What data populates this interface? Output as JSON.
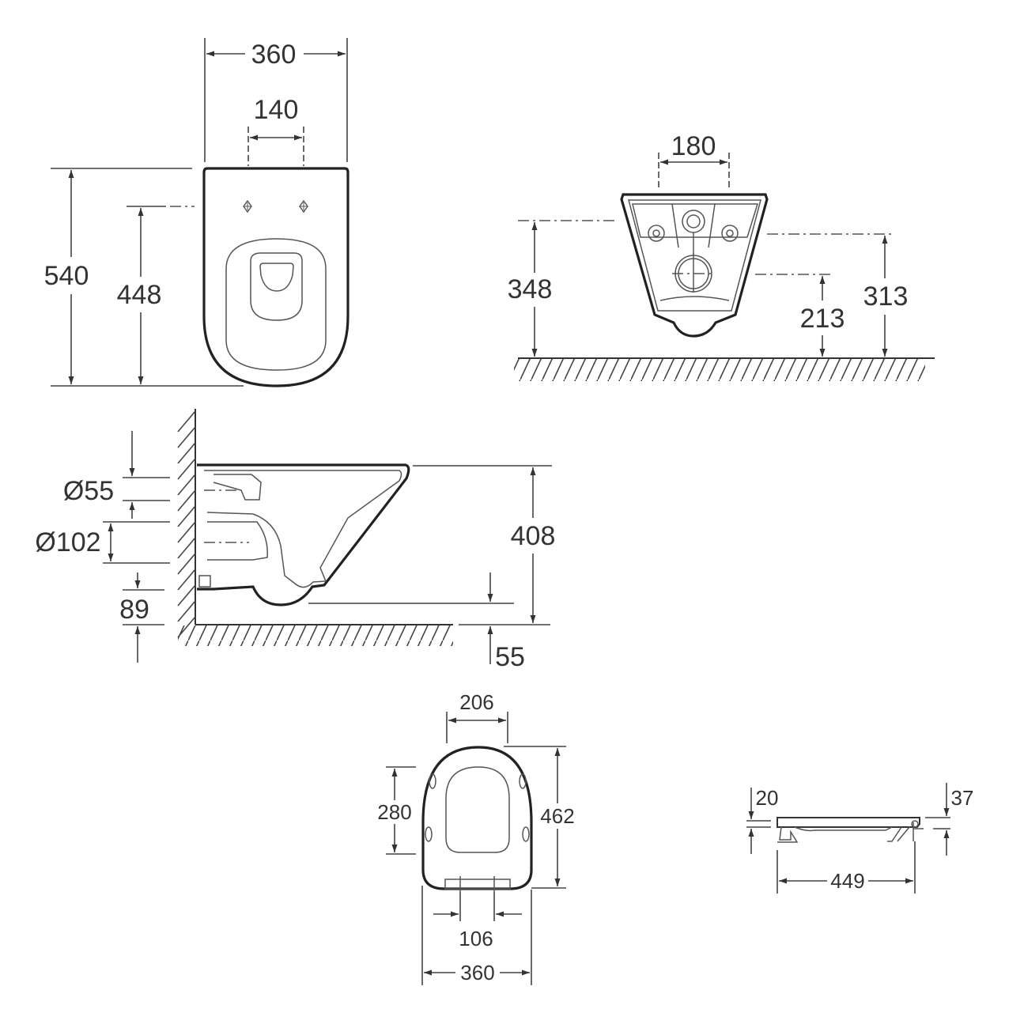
{
  "drawing": {
    "subject": "Wall-hung toilet technical dimension drawing",
    "units": "mm",
    "background_color": "#ffffff",
    "line_color": "#222222",
    "text_color": "#333333"
  },
  "views": {
    "top_view": {
      "dims": {
        "overall_width": "360",
        "fixing_bolt_spacing": "140",
        "overall_length": "540",
        "fixing_bolt_to_front": "448"
      }
    },
    "rear_view": {
      "dims": {
        "bolt_spacing": "180",
        "bolt_height_from_floor_left": "348",
        "bolt_height_from_floor_right": "313",
        "outlet_center_height": "213"
      }
    },
    "side_view": {
      "dims": {
        "inlet_diameter": "Ø55",
        "outlet_diameter": "Ø102",
        "bottom_offset": "89",
        "rim_height_above_pan": "408",
        "pan_bottom_clearance": "55"
      }
    },
    "seat_top_view": {
      "dims": {
        "opening_width": "206",
        "opening_length": "280",
        "seat_length": "462",
        "hinge_spacing": "106",
        "seat_width": "360"
      }
    },
    "seat_side_view": {
      "dims": {
        "front_thickness": "20",
        "rear_thickness": "37",
        "seat_depth": "449"
      }
    }
  }
}
